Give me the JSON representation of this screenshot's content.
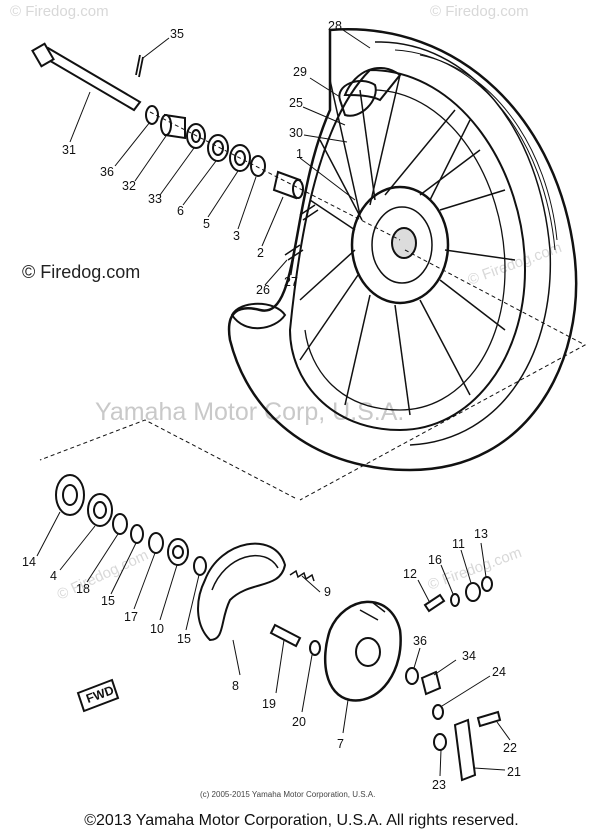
{
  "watermark": {
    "corner": "© Firedog.com",
    "center": "Yamaha Motor Corp, U.S.A."
  },
  "firedog_mark": "© Firedog.com",
  "fwd_label": "FWD",
  "small_copyright": "(c) 2005-2015 Yamaha Motor Corporation, U.S.A.",
  "footer_copyright": "©2013 Yamaha Motor Corporation, U.S.A. All rights reserved.",
  "callouts": [
    {
      "id": "c35",
      "num": "35"
    },
    {
      "id": "c28",
      "num": "28"
    },
    {
      "id": "c29",
      "num": "29"
    },
    {
      "id": "c25",
      "num": "25"
    },
    {
      "id": "c30",
      "num": "30"
    },
    {
      "id": "c1",
      "num": "1"
    },
    {
      "id": "c31",
      "num": "31"
    },
    {
      "id": "c36a",
      "num": "36"
    },
    {
      "id": "c32",
      "num": "32"
    },
    {
      "id": "c33",
      "num": "33"
    },
    {
      "id": "c6",
      "num": "6"
    },
    {
      "id": "c5",
      "num": "5"
    },
    {
      "id": "c3",
      "num": "3"
    },
    {
      "id": "c2",
      "num": "2"
    },
    {
      "id": "c26",
      "num": "26"
    },
    {
      "id": "c27",
      "num": "27"
    },
    {
      "id": "c14",
      "num": "14"
    },
    {
      "id": "c4",
      "num": "4"
    },
    {
      "id": "c18",
      "num": "18"
    },
    {
      "id": "c15a",
      "num": "15"
    },
    {
      "id": "c17",
      "num": "17"
    },
    {
      "id": "c10",
      "num": "10"
    },
    {
      "id": "c15b",
      "num": "15"
    },
    {
      "id": "c9",
      "num": "9"
    },
    {
      "id": "c8",
      "num": "8"
    },
    {
      "id": "c19",
      "num": "19"
    },
    {
      "id": "c20",
      "num": "20"
    },
    {
      "id": "c7",
      "num": "7"
    },
    {
      "id": "c12",
      "num": "12"
    },
    {
      "id": "c16",
      "num": "16"
    },
    {
      "id": "c11",
      "num": "11"
    },
    {
      "id": "c13",
      "num": "13"
    },
    {
      "id": "c36b",
      "num": "36"
    },
    {
      "id": "c34",
      "num": "34"
    },
    {
      "id": "c24",
      "num": "24"
    },
    {
      "id": "c22",
      "num": "22"
    },
    {
      "id": "c21",
      "num": "21"
    },
    {
      "id": "c23",
      "num": "23"
    }
  ]
}
